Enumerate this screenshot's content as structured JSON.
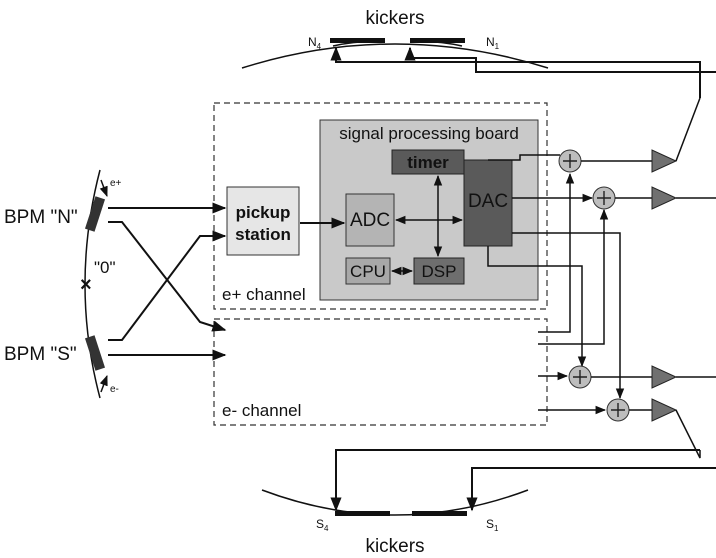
{
  "labels": {
    "kickers_top": "kickers",
    "kickers_bottom": "kickers",
    "n4": "N",
    "n4_sub": "4",
    "n1": "N",
    "n1_sub": "1",
    "s4": "S",
    "s4_sub": "4",
    "s1": "S",
    "s1_sub": "1",
    "bpm_n": "BPM \"N\"",
    "bpm_s": "BPM \"S\"",
    "zero": "\"0\"",
    "e_plus": "e+",
    "e_minus": "e-",
    "cross": "×"
  },
  "blocks": {
    "pickup_line1": "pickup",
    "pickup_line2": "station",
    "board_title": "signal processing board",
    "timer": "timer",
    "adc": "ADC",
    "dac": "DAC",
    "cpu": "CPU",
    "dsp": "DSP",
    "eplus_channel": "e+ channel",
    "eminus_channel": "e- channel"
  },
  "colors": {
    "board_fill": "#c9c9c9",
    "pickup_fill": "#e6e6e6",
    "adc_fill": "#b4b4b4",
    "cpu_fill": "#a8a8a8",
    "dark_block": "#5a5a5a",
    "amp_fill": "#707070",
    "sum_fill": "#bdbdbd"
  }
}
